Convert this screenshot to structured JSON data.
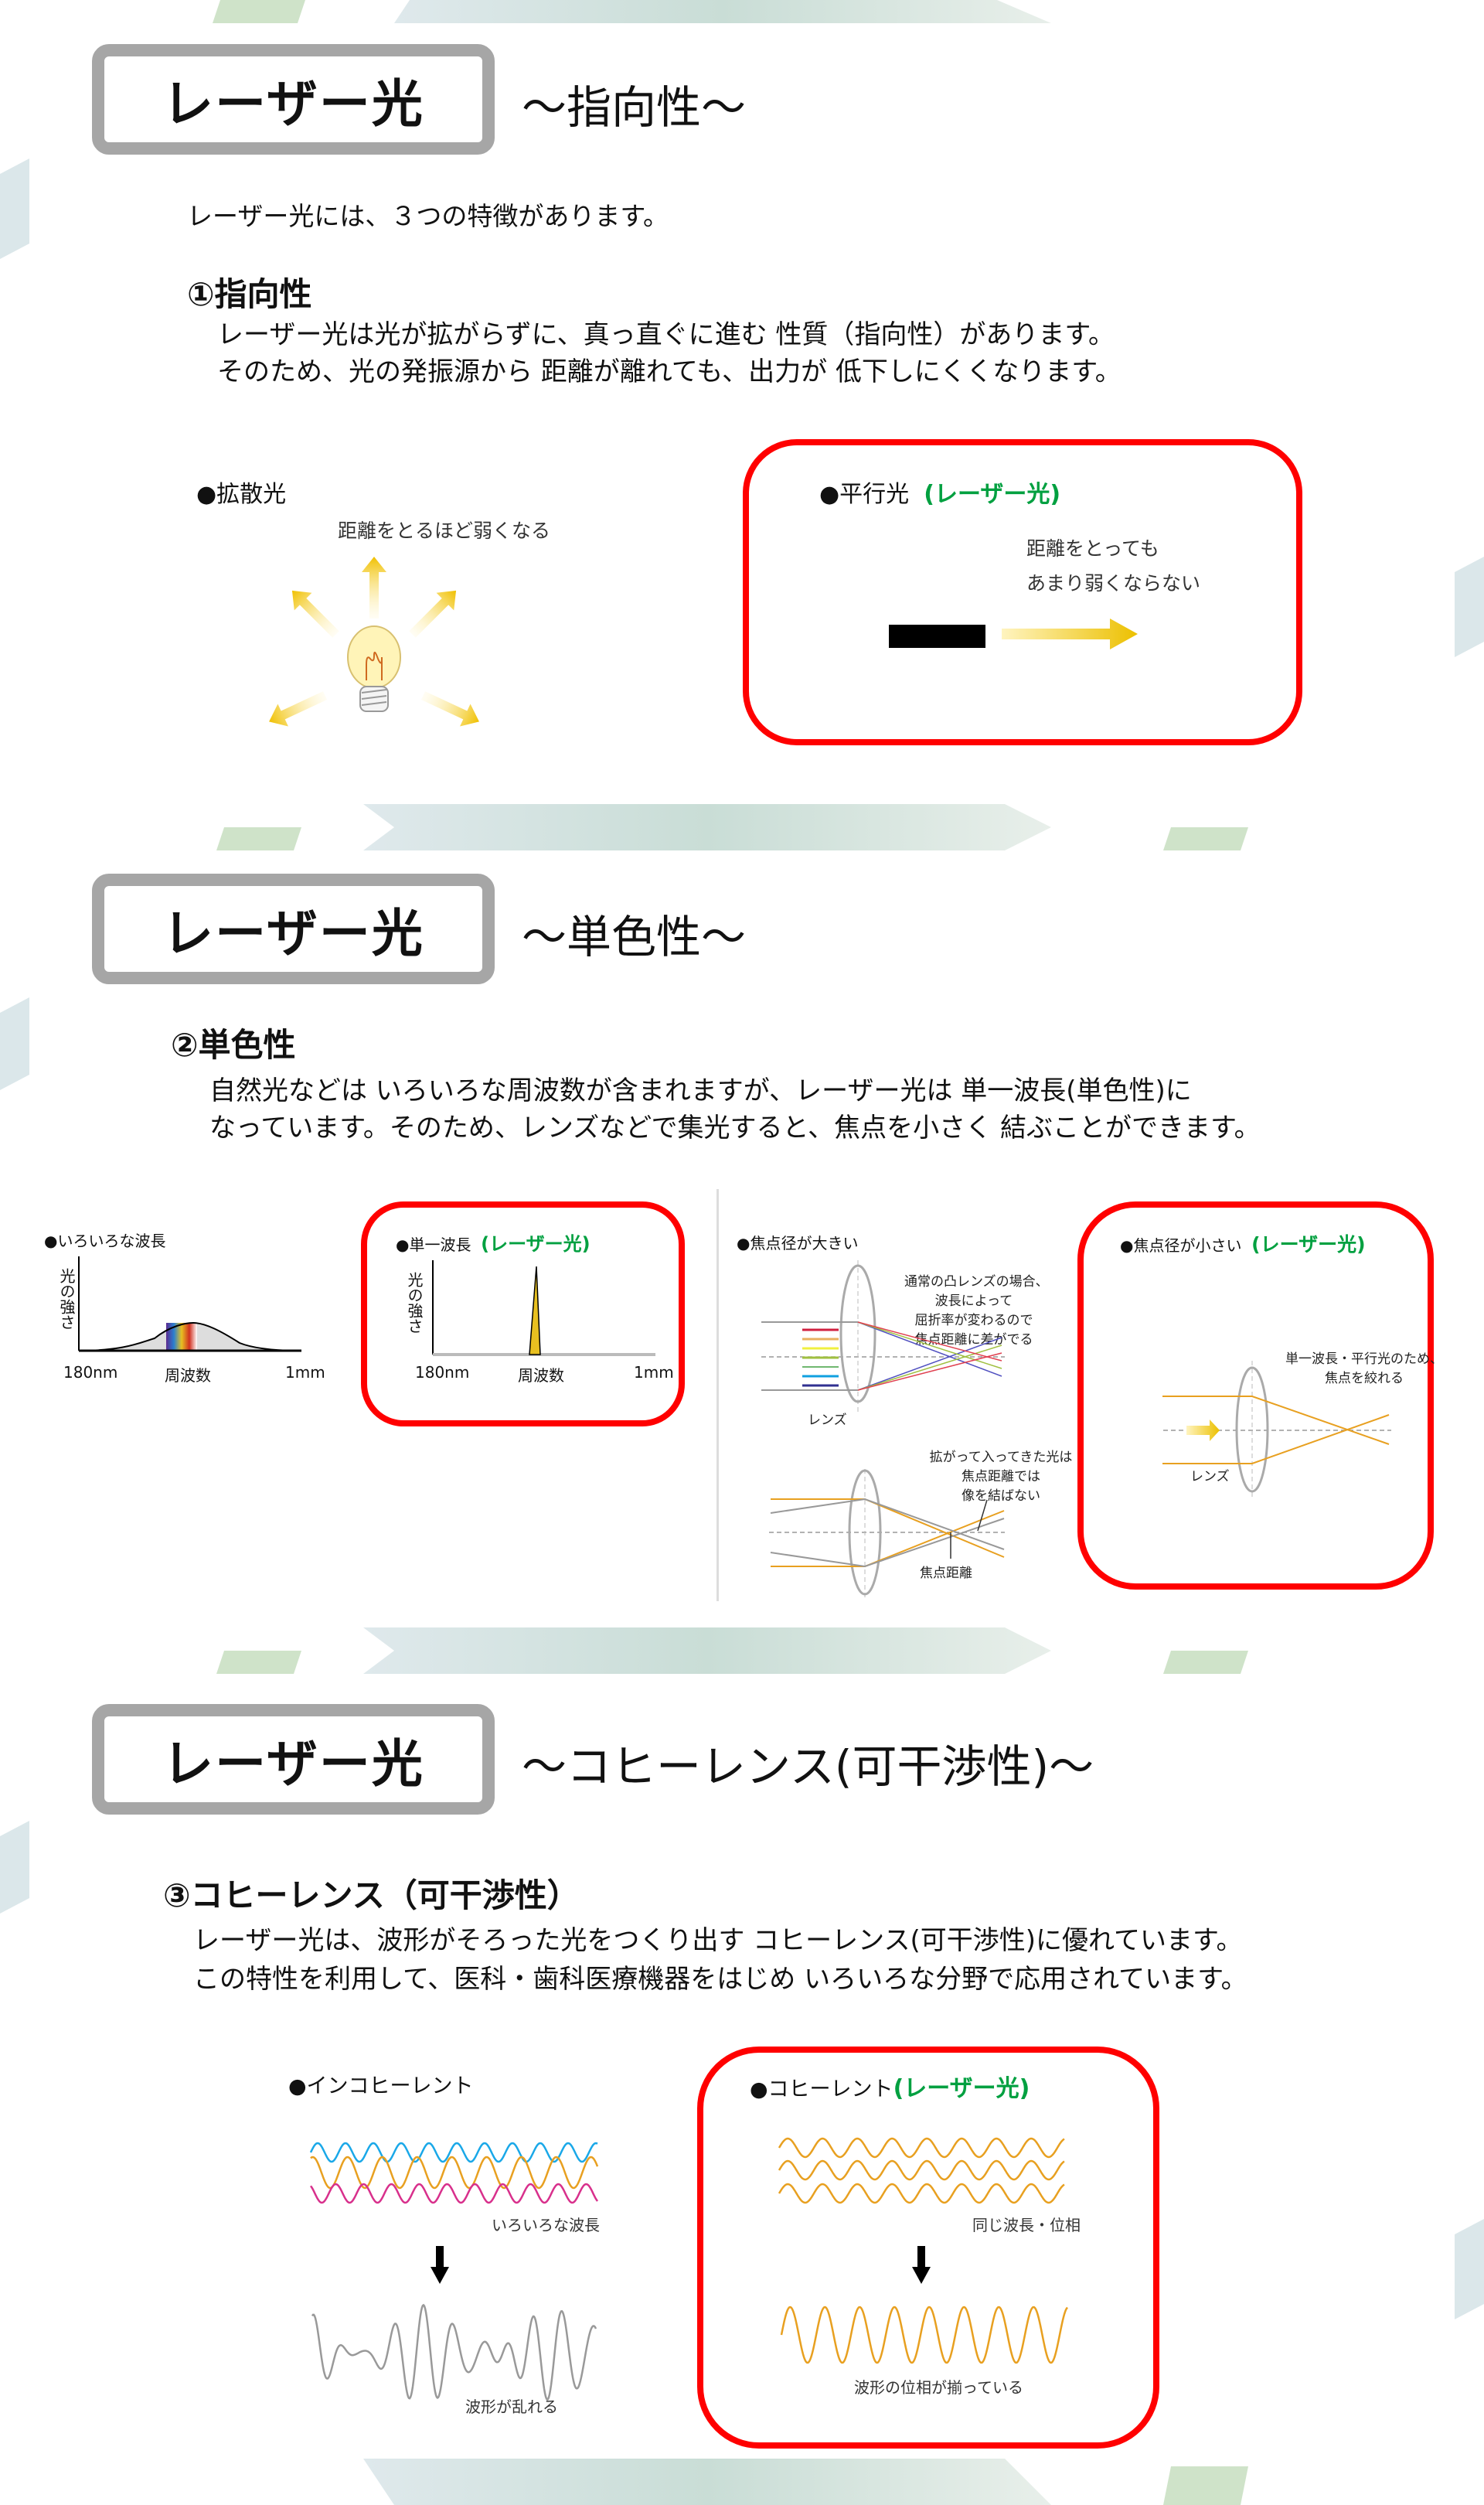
{
  "colors": {
    "accent_red": "#ff0000",
    "laser_green": "#00a040",
    "title_border": "#a6a6a6",
    "beam_yellow": "#f0c000",
    "wave_orange": "#e8a020",
    "wave_blue": "#1aa8e8",
    "wave_magenta": "#d8308c"
  },
  "sections": [
    {
      "title": "レーザー光",
      "subtitle": "～指向性～",
      "intro": "レーザー光には、３つの特徴があります。",
      "heading": "①指向性",
      "paragraphs": [
        "レーザー光は光が拡がらずに、真っ直ぐに進む 性質（指向性）があります。",
        "そのため、光の発振源から 距離が離れても、出力が 低下しにくくなります。"
      ],
      "left_panel": {
        "label": "●拡散光",
        "caption": "距離をとるほど弱くなる"
      },
      "right_panel": {
        "label": "●平行光",
        "tag": "(レーザー光)",
        "captions": [
          "距離をとっても",
          "あまり弱くならない"
        ]
      }
    },
    {
      "title": "レーザー光",
      "subtitle": "～単色性～",
      "heading": "②単色性",
      "paragraphs": [
        "自然光などは いろいろな周波数が含まれますが、レーザー光は 単一波長(単色性)に",
        "なっています。そのため、レンズなどで集光すると、焦点を小さく 結ぶことができます。"
      ],
      "spectrum_wide": {
        "label": "●いろいろな波長",
        "ylabel": "光の強さ",
        "xlabel": "周波数",
        "xmin": "180nm",
        "xmax": "1mm"
      },
      "spectrum_single": {
        "label": "●単一波長",
        "tag": "(レーザー光)",
        "ylabel": "光の強さ",
        "xlabel": "周波数",
        "xmin": "180nm",
        "xmax": "1mm"
      },
      "focus_large": {
        "label": "●焦点径が大きい",
        "note1": [
          "通常の凸レンズの場合、",
          "波長によって",
          "屈折率が変わるので",
          "焦点距離に差がでる"
        ],
        "lens": "レンズ",
        "note2": [
          "拡がって入ってきた光は",
          "焦点距離では",
          "像を結ばない"
        ],
        "focal": "焦点距離"
      },
      "focus_small": {
        "label": "●焦点径が小さい",
        "tag": "(レーザー光)",
        "note": [
          "単一波長・平行光のため、",
          "焦点を絞れる"
        ],
        "lens": "レンズ"
      }
    },
    {
      "title": "レーザー光",
      "subtitle": "～コヒーレンス(可干渉性)～",
      "heading": "③コヒーレンス（可干渉性）",
      "paragraphs": [
        "レーザー光は、波形がそろった光をつくり出す コヒーレンス(可干渉性)に優れています。",
        "この特性を利用して、医科・歯科医療機器をはじめ いろいろな分野で応用されています。"
      ],
      "incoherent": {
        "label": "●インコヒーレント",
        "caption1": "いろいろな波長",
        "caption2": "波形が乱れる"
      },
      "coherent": {
        "label": "●コヒーレント",
        "tag": "(レーザー光)",
        "caption1": "同じ波長・位相",
        "caption2": "波形の位相が揃っている"
      }
    }
  ]
}
